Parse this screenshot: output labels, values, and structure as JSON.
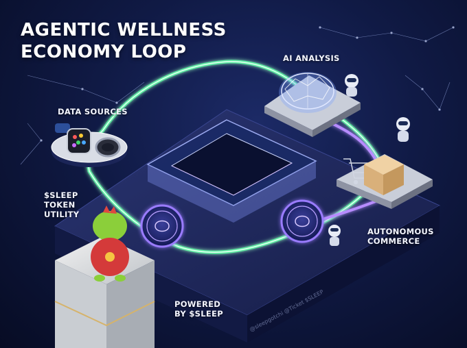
{
  "title": {
    "line1": "AGENTIC WELLNESS",
    "line2": "ECONOMY LOOP"
  },
  "labels": {
    "data_sources": "DATA SOURCES",
    "ai_analysis": "AI ANALYSIS",
    "token_utility": [
      "$SLEEP",
      "TOKEN",
      "UTILITY"
    ],
    "autonomous_commerce": [
      "AUTONOMOUS",
      "COMMERCE"
    ],
    "powered_by": [
      "POWERED",
      "BY $SLEEP"
    ]
  },
  "watermark": "@sleepgotchi  @Ticket $SLEEP",
  "colors": {
    "background": "#0b1230",
    "loop_glow": "#5dffa8",
    "purple_glow": "#b78cff",
    "platform": "#1a2250",
    "text": "#ffffff"
  },
  "icons": [
    "smartwatch-icon",
    "smart-ring-icon",
    "brain-icon",
    "robot-icon",
    "shopping-cart-icon",
    "package-box-icon",
    "sleep-coin-icon",
    "dinosaur-mascot-icon"
  ]
}
